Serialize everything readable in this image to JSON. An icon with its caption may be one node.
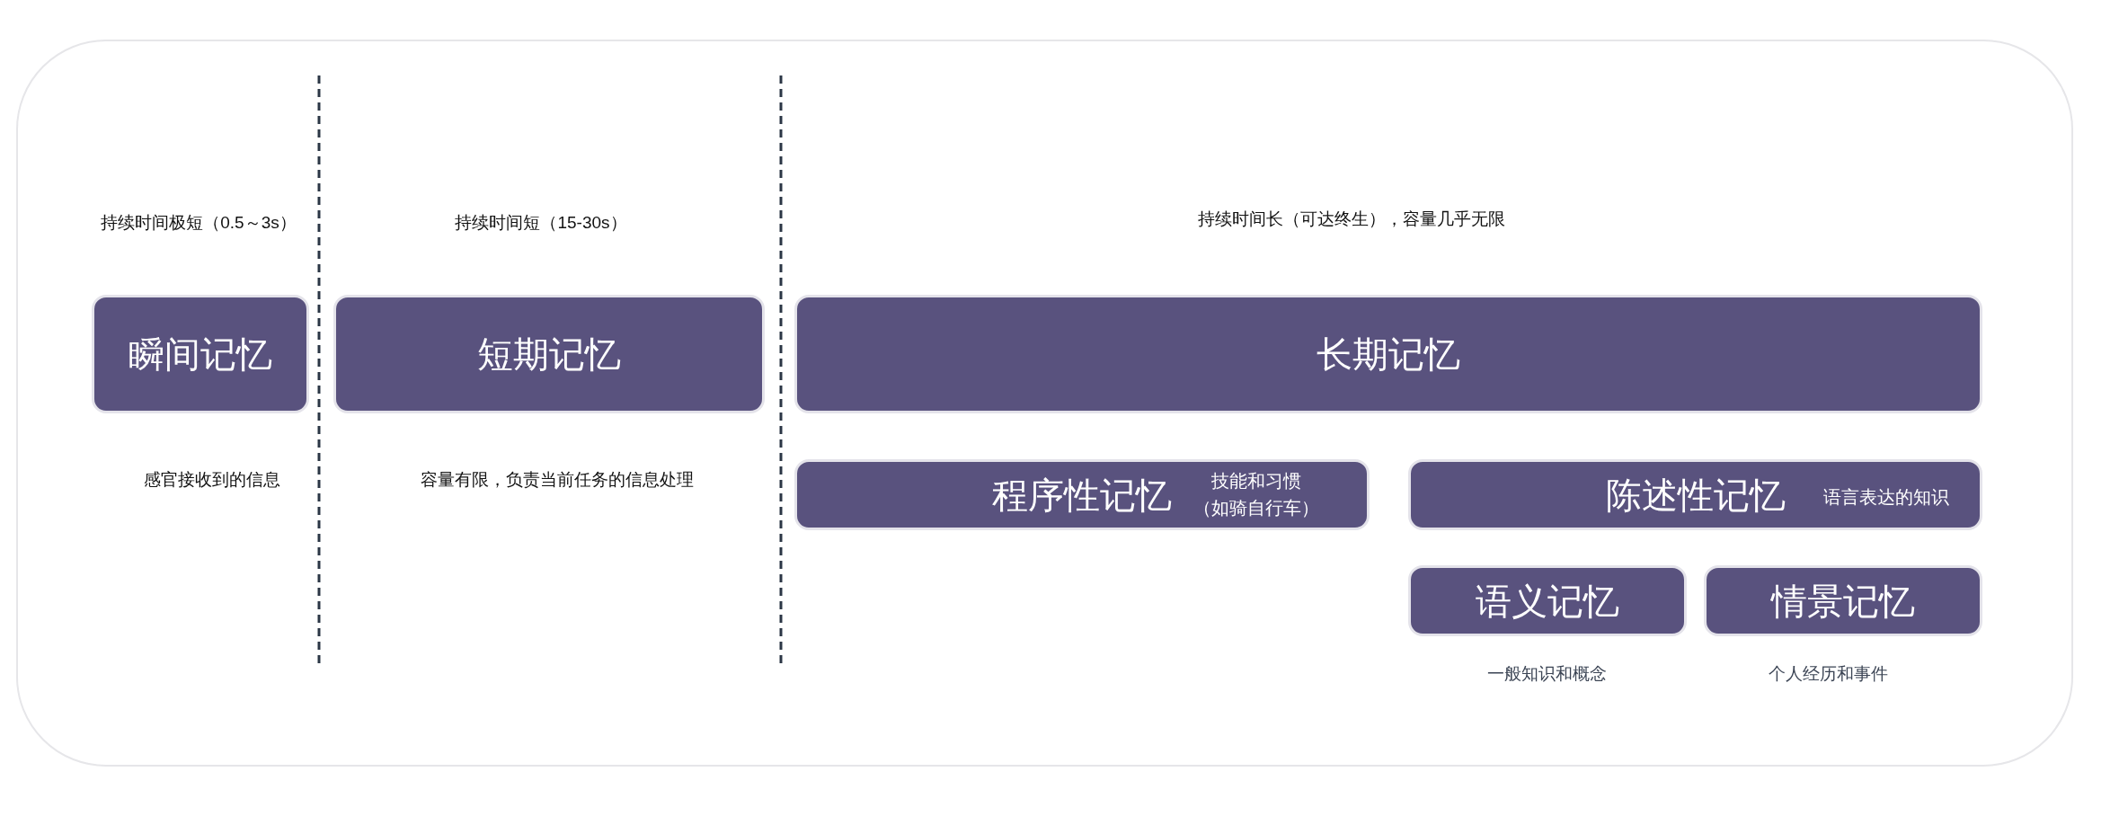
{
  "diagram": {
    "nodes": [
      {
        "text": [
          "瞬间记忆"
        ],
        "beside": [
          "持续时间极短（0.5～3s）",
          "感官接收到的信息"
        ]
      },
      {
        "text": [
          "短期记忆"
        ],
        "beside": [
          "持续时间短（15-30s）",
          "容量有限，负责当前任务的信息处理"
        ]
      },
      {
        "text": [
          "长期记忆"
        ],
        "beside": [
          "持续时间长（可达终生），容量几乎无限"
        ]
      },
      {
        "text": [
          "程序性记忆",
          "技能和习惯（如骑自行车）"
        ]
      },
      {
        "text": [
          "陈述性记忆",
          "语言表达的知识"
        ]
      },
      {
        "text": [
          "语义记忆"
        ],
        "beside": [
          "一般知识和概念"
        ]
      },
      {
        "text": [
          "情景记忆"
        ],
        "beside": [
          "个人经历和事件"
        ]
      }
    ]
  }
}
